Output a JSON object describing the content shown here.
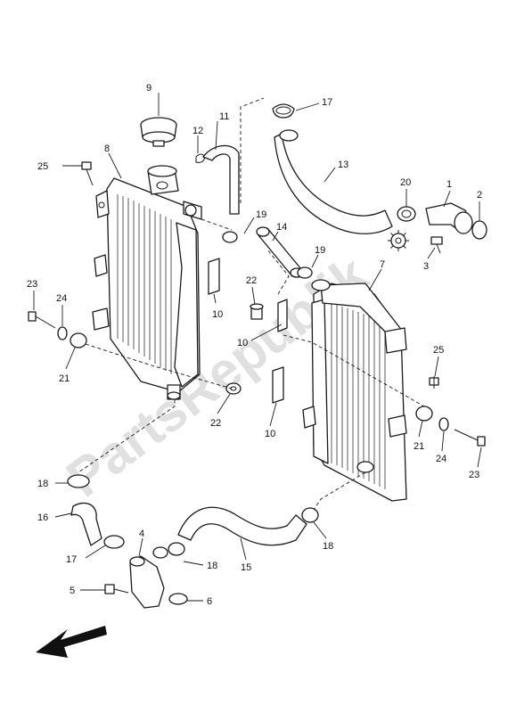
{
  "watermark": "PartsRepublik",
  "callouts": [
    "1",
    "2",
    "3",
    "4",
    "5",
    "6",
    "7",
    "8",
    "9",
    "10",
    "10",
    "10",
    "11",
    "12",
    "13",
    "14",
    "15",
    "16",
    "17",
    "17",
    "18",
    "18",
    "18",
    "19",
    "19",
    "20",
    "21",
    "21",
    "22",
    "22",
    "23",
    "23",
    "24",
    "24",
    "25",
    "25"
  ],
  "icons": {
    "gear": "gear-icon",
    "direction_arrow": "arrow-front-left-icon"
  }
}
